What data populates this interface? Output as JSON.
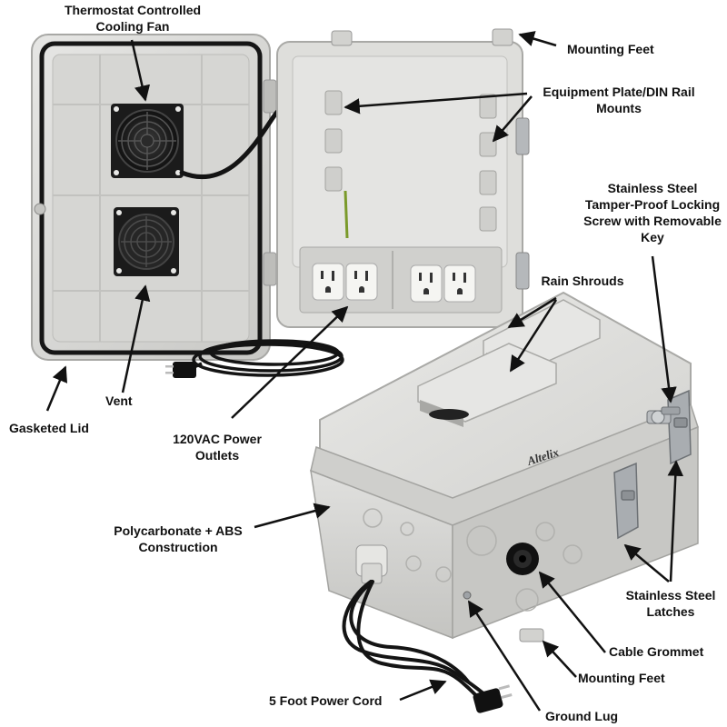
{
  "callouts": {
    "cooling_fan": [
      "Thermostat Controlled",
      "Cooling Fan"
    ],
    "mounting_feet_top": "Mounting Feet",
    "equipment_plate": [
      "Equipment Plate/DIN Rail",
      "Mounts"
    ],
    "locking_screw": [
      "Stainless Steel",
      "Tamper-Proof Locking",
      "Screw with Removable",
      "Key"
    ],
    "rain_shrouds": "Rain Shrouds",
    "gasketed_lid": "Gasketed Lid",
    "vent": "Vent",
    "power_outlets": [
      "120VAC Power",
      "Outlets"
    ],
    "construction": [
      "Polycarbonate + ABS",
      "Construction"
    ],
    "latches": [
      "Stainless Steel",
      "Latches"
    ],
    "cable_grommet": "Cable Grommet",
    "mounting_feet_bottom": "Mounting Feet",
    "power_cord": "5 Foot Power Cord",
    "ground_lug": "Ground Lug"
  },
  "brand_logo": "Altelix",
  "colors": {
    "enclosure": "#dcdcda",
    "enclosure_shadow": "#b9b9b6",
    "gasket": "#1a1a1a",
    "fan": "#222222",
    "outlet": "#f5f5f2",
    "cord": "#141414",
    "steel": "#a9adb1"
  }
}
